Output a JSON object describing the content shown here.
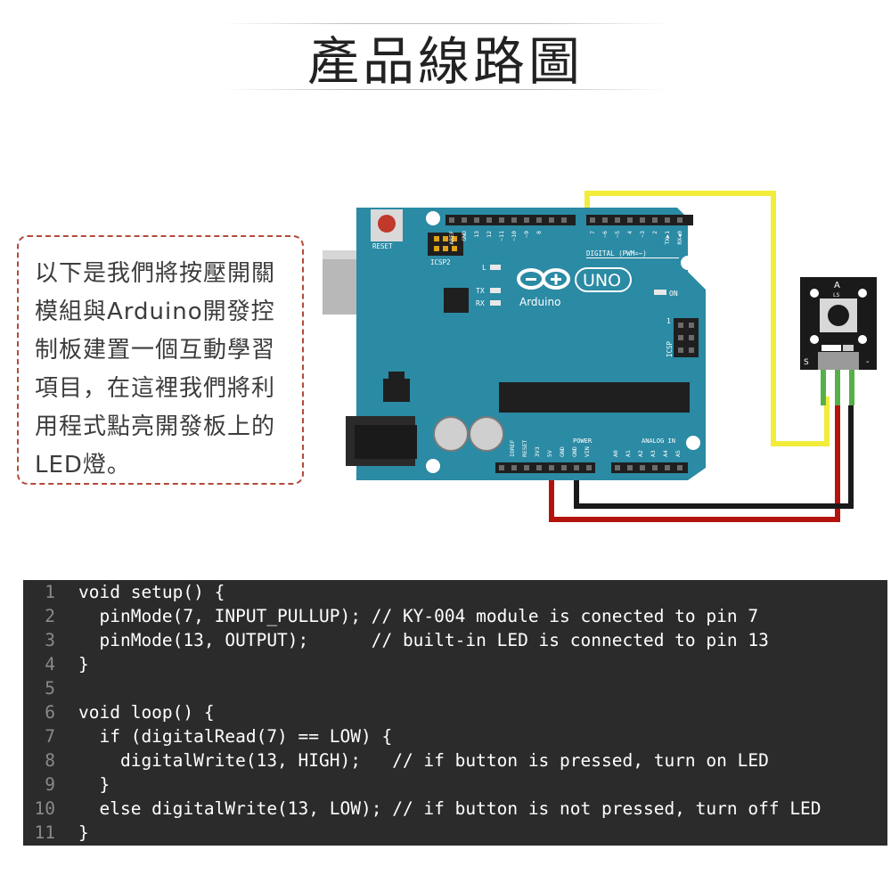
{
  "title": "產品線路圖",
  "description": "以下是我們將按壓開關模組與Arduino開發控制板建置一個互動學習項目，在這裡我們將利用程式點亮開發板上的LED燈。",
  "board": {
    "reset_label": "RESET",
    "icsp2_label": "ICSP2",
    "icsp_label": "ICSP",
    "logo_text": "Arduino",
    "model": "UNO",
    "on_label": "ON",
    "tx_label": "TX",
    "rx_label": "RX",
    "l_label": "L",
    "digital_label": "DIGITAL (PWM=~)",
    "power_label": "POWER",
    "analog_label": "ANALOG IN",
    "icsp_pin1": "1",
    "top_pins": [
      "AREF",
      "GND",
      "13",
      "12",
      "~11",
      "~10",
      "~9",
      "8",
      "7",
      "~6",
      "~5",
      "4",
      "~3",
      "2",
      "TX▶1",
      "RX◀0"
    ],
    "power_pins": [
      "IOREF",
      "RESET",
      "3V3",
      "5V",
      "GND",
      "GND",
      "VIN"
    ],
    "analog_pins": [
      "A0",
      "A1",
      "A2",
      "A3",
      "A4",
      "A5"
    ]
  },
  "module": {
    "top_label": "A",
    "ls_label": "LS",
    "left_label": "S",
    "right_label": "-"
  },
  "colors": {
    "board": "#2b8aa4",
    "yellow_wire": "#f2ec3a",
    "red_wire": "#b3150e",
    "black_wire": "#1a1a1a",
    "code_bg": "#2b2b2b"
  },
  "code": [
    {
      "n": "1",
      "text": "void setup() {"
    },
    {
      "n": "2",
      "text": "  pinMode(7, INPUT_PULLUP); // KY-004 module is conected to pin 7"
    },
    {
      "n": "3",
      "text": "  pinMode(13, OUTPUT);      // built-in LED is connected to pin 13"
    },
    {
      "n": "4",
      "text": "}"
    },
    {
      "n": "5",
      "text": ""
    },
    {
      "n": "6",
      "text": "void loop() {"
    },
    {
      "n": "7",
      "text": "  if (digitalRead(7) == LOW) {"
    },
    {
      "n": "8",
      "text": "    digitalWrite(13, HIGH);   // if button is pressed, turn on LED"
    },
    {
      "n": "9",
      "text": "  }"
    },
    {
      "n": "10",
      "text": "  else digitalWrite(13, LOW); // if button is not pressed, turn off LED"
    },
    {
      "n": "11",
      "text": "}"
    }
  ]
}
